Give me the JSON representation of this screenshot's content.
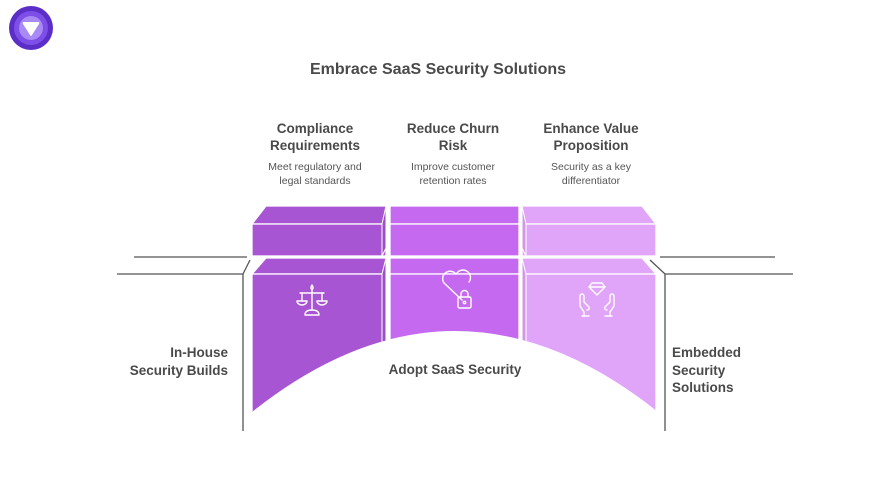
{
  "title": "Embrace SaaS Security Solutions",
  "logo": {
    "icon": "shield-play-logo-icon",
    "colors": {
      "outer": "#5b2fc7",
      "mid": "#7d4ee8",
      "inner": "#a98af5"
    }
  },
  "columns": [
    {
      "heading": "Compliance Requirements",
      "heading_lines": [
        "Compliance",
        "Requirements"
      ],
      "description_lines": [
        "Meet regulatory and",
        "legal standards"
      ],
      "icon": "scales-of-justice-icon",
      "color": "#a855d4"
    },
    {
      "heading": "Reduce Churn Risk",
      "heading_lines": [
        "Reduce Churn",
        "Risk"
      ],
      "description_lines": [
        "Improve customer",
        "retention rates"
      ],
      "icon": "heart-lock-icon",
      "color": "#c469f0"
    },
    {
      "heading": "Enhance Value Proposition",
      "heading_lines": [
        "Enhance Value",
        "Proposition"
      ],
      "description_lines": [
        "Security as a key",
        "differentiator"
      ],
      "icon": "hands-diamond-icon",
      "color": "#e0a4f8"
    }
  ],
  "left_label_lines": [
    "In-House",
    "Security Builds"
  ],
  "center_label": "Adopt SaaS Security",
  "right_label_lines": [
    "Embedded",
    "Security",
    "Solutions"
  ],
  "colors": {
    "text": "#4a4a4a",
    "line": "#555555"
  }
}
